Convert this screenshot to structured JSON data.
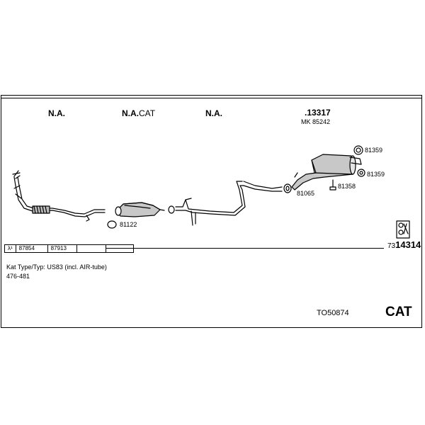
{
  "header_labels": {
    "section1": "N.A.",
    "section2_main": "N.A.",
    "section2_sub": "CAT",
    "section3": "N.A.",
    "section4_main": ".13317",
    "section4_sub": "MK 85242"
  },
  "parts": {
    "p81122": "81122",
    "p81065": "81065",
    "p81358": "81358",
    "p81359_top": "81359",
    "p81359_bottom": "81359"
  },
  "ref_row": {
    "marker": "λ¹",
    "col1": "87854",
    "col2": "87913"
  },
  "diagram_number": {
    "prefix": "73",
    "main": "14314"
  },
  "info": {
    "line1": "Kat Type/Typ: US83 (incl. AIR-tube)",
    "line2": "476-481"
  },
  "footer": {
    "code": "TO50874",
    "category": "CAT"
  },
  "icons": [
    "clamp-icon",
    "ring-gasket-icon",
    "rubber-hanger-icon",
    "bolt-icon",
    "tools-icon"
  ]
}
